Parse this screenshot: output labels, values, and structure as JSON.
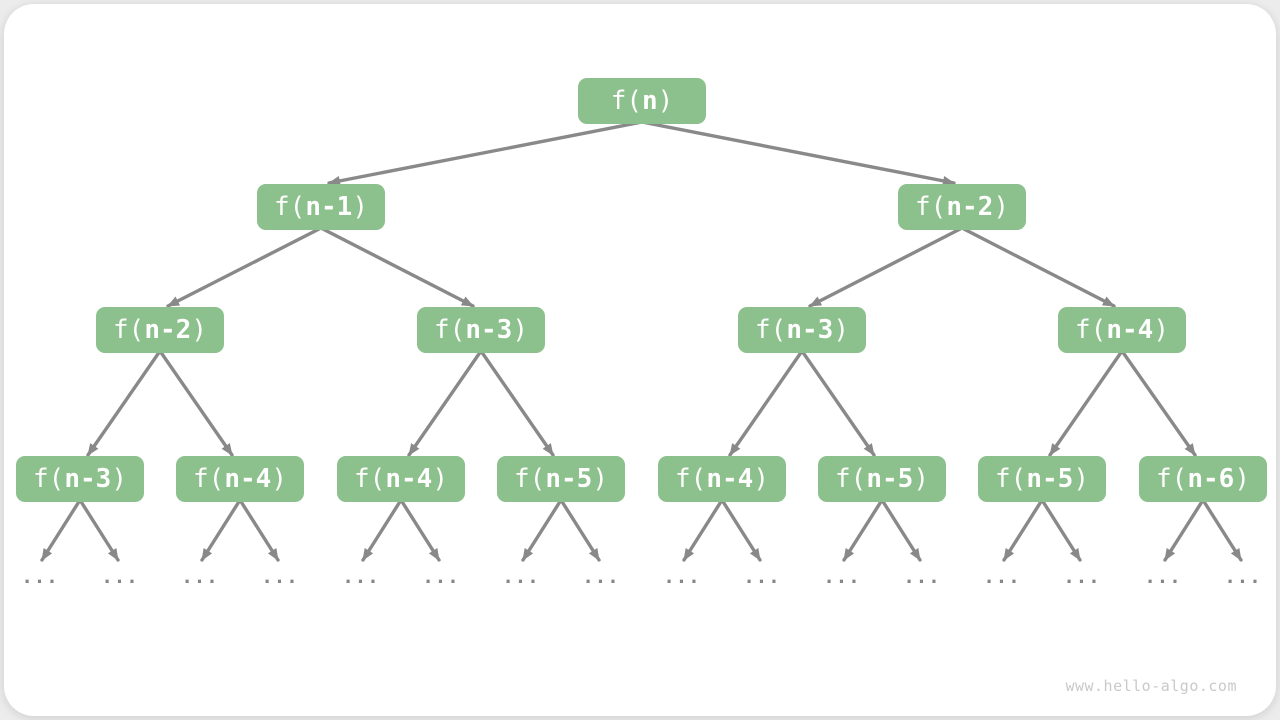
{
  "watermark": "www.hello-algo.com",
  "colors": {
    "node_fill": "#8cc08c",
    "node_text": "#ffffff",
    "edge": "#898989",
    "ellipsis": "#878787",
    "card_bg": "#ffffff",
    "page_bg": "#ececec",
    "watermark_text": "#c9c9c9"
  },
  "tree": {
    "levels": [
      [
        {
          "pre": "f(",
          "arg": "n",
          "post": ")"
        }
      ],
      [
        {
          "pre": "f(",
          "arg": "n-1",
          "post": ")"
        },
        {
          "pre": "f(",
          "arg": "n-2",
          "post": ")"
        }
      ],
      [
        {
          "pre": "f(",
          "arg": "n-2",
          "post": ")"
        },
        {
          "pre": "f(",
          "arg": "n-3",
          "post": ")"
        },
        {
          "pre": "f(",
          "arg": "n-3",
          "post": ")"
        },
        {
          "pre": "f(",
          "arg": "n-4",
          "post": ")"
        }
      ],
      [
        {
          "pre": "f(",
          "arg": "n-3",
          "post": ")"
        },
        {
          "pre": "f(",
          "arg": "n-4",
          "post": ")"
        },
        {
          "pre": "f(",
          "arg": "n-4",
          "post": ")"
        },
        {
          "pre": "f(",
          "arg": "n-5",
          "post": ")"
        },
        {
          "pre": "f(",
          "arg": "n-4",
          "post": ")"
        },
        {
          "pre": "f(",
          "arg": "n-5",
          "post": ")"
        },
        {
          "pre": "f(",
          "arg": "n-5",
          "post": ")"
        },
        {
          "pre": "f(",
          "arg": "n-6",
          "post": ")"
        }
      ]
    ],
    "ellipsis": "..."
  }
}
